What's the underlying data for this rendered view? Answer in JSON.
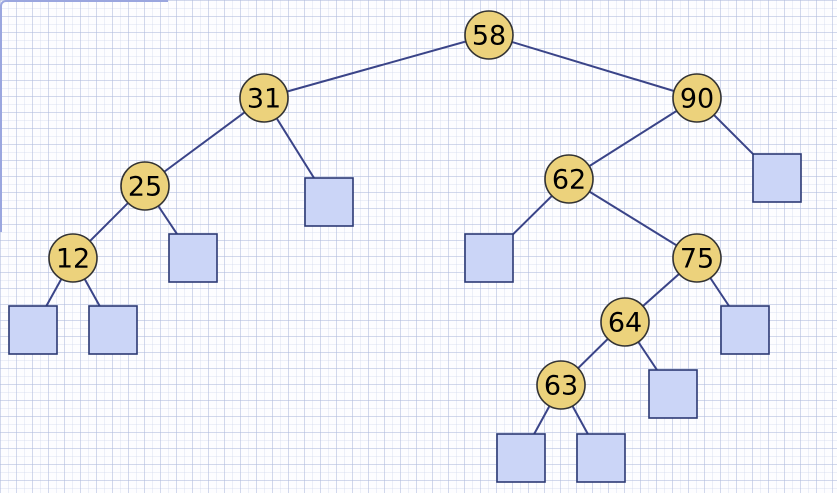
{
  "tree": {
    "nodes": [
      {
        "id": "n58",
        "key": "58"
      },
      {
        "id": "n31",
        "key": "31"
      },
      {
        "id": "n90",
        "key": "90"
      },
      {
        "id": "n25",
        "key": "25"
      },
      {
        "id": "n62",
        "key": "62"
      },
      {
        "id": "n12",
        "key": "12"
      },
      {
        "id": "n75",
        "key": "75"
      },
      {
        "id": "n64",
        "key": "64"
      },
      {
        "id": "n63",
        "key": "63"
      }
    ],
    "leaves": [
      "l12a",
      "l12b",
      "l25r",
      "l31r",
      "l62l",
      "l90r",
      "l75r",
      "l64r",
      "l63a",
      "l63b"
    ],
    "edges": [
      [
        "n58",
        "n31"
      ],
      [
        "n58",
        "n90"
      ],
      [
        "n31",
        "n25"
      ],
      [
        "n31",
        "l31r"
      ],
      [
        "n25",
        "n12"
      ],
      [
        "n25",
        "l25r"
      ],
      [
        "n12",
        "l12a"
      ],
      [
        "n12",
        "l12b"
      ],
      [
        "n90",
        "n62"
      ],
      [
        "n90",
        "l90r"
      ],
      [
        "n62",
        "l62l"
      ],
      [
        "n62",
        "n75"
      ],
      [
        "n75",
        "n64"
      ],
      [
        "n75",
        "l75r"
      ],
      [
        "n64",
        "n63"
      ],
      [
        "n64",
        "l64r"
      ],
      [
        "n63",
        "l63a"
      ],
      [
        "n63",
        "l63b"
      ]
    ]
  },
  "colors": {
    "node_fill": "#ecd27c",
    "leaf_fill": "#cbd5f7",
    "edge": "#3a4488"
  }
}
